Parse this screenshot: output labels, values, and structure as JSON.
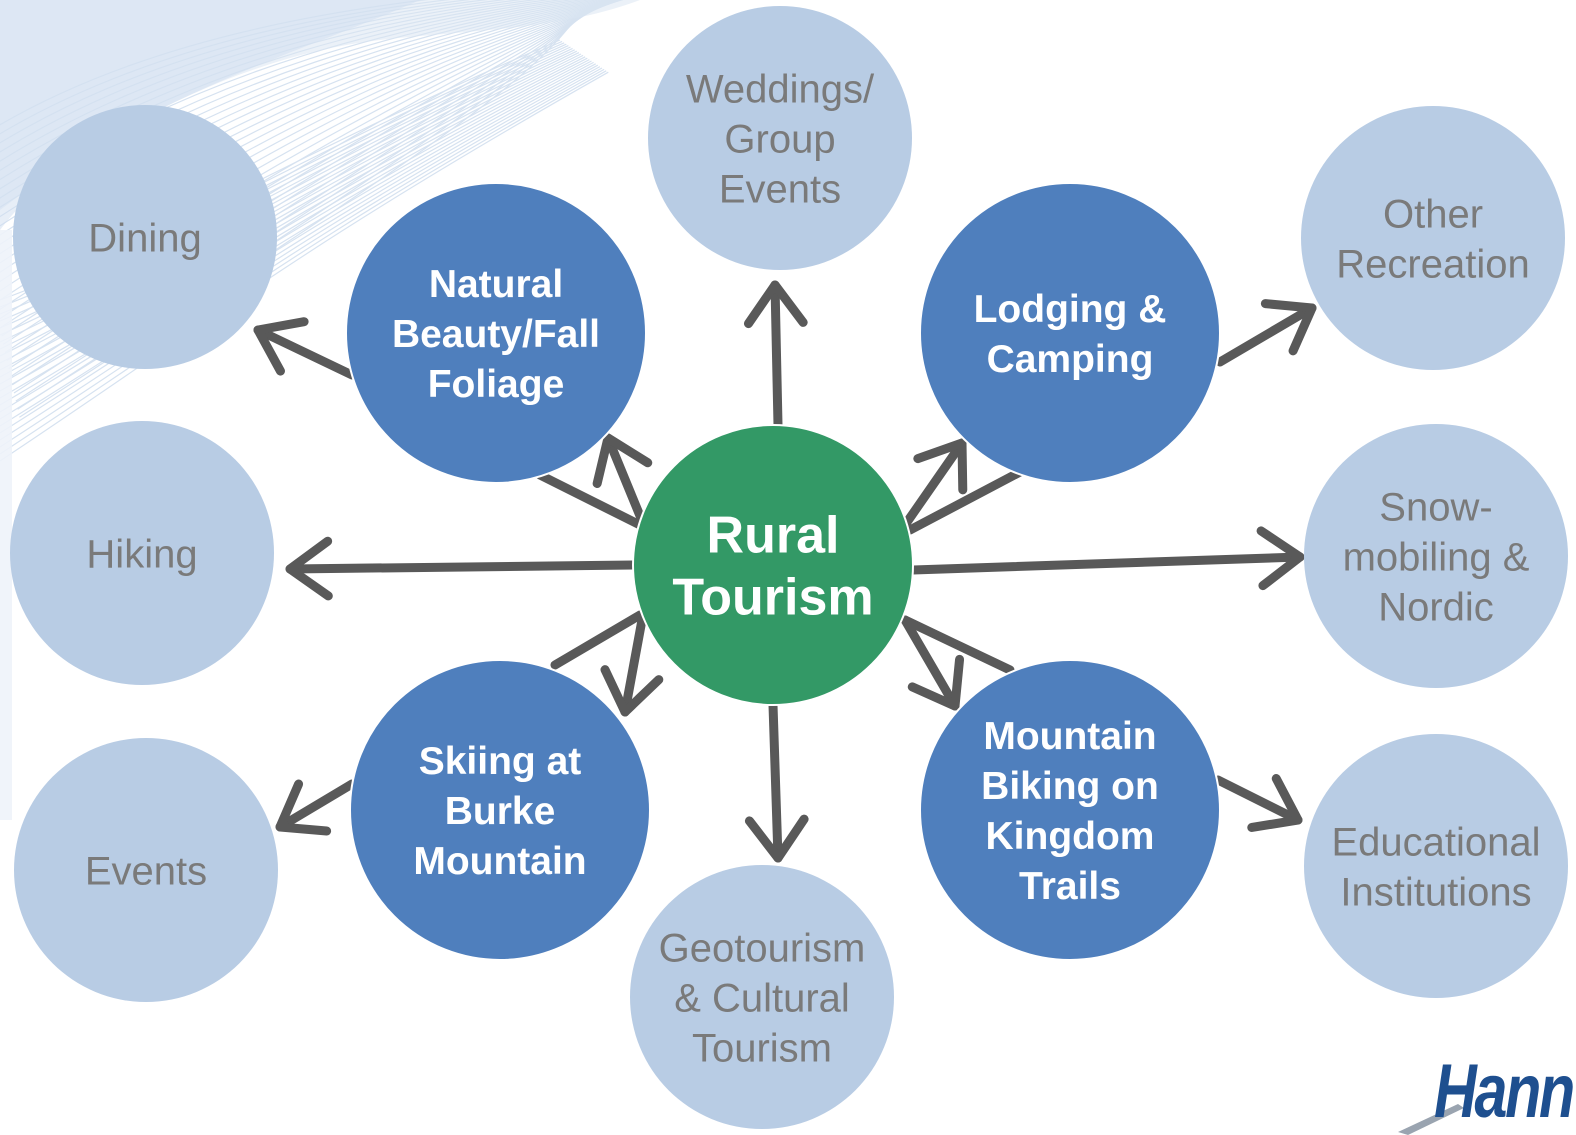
{
  "diagram": {
    "center": {
      "id": "rural-tourism",
      "lines": [
        "Rural",
        "Tourism"
      ],
      "color": "#339966"
    },
    "tier1_color": "#4f7fbd",
    "tier2_color": "#b8cce4",
    "arrow_color": "#595959",
    "nodes": [
      {
        "id": "natural-beauty",
        "tier": 1,
        "lines": [
          "Natural",
          "Beauty/Fall",
          "Foliage"
        ]
      },
      {
        "id": "lodging-camping",
        "tier": 1,
        "lines": [
          "Lodging &",
          "Camping"
        ]
      },
      {
        "id": "skiing-burke",
        "tier": 1,
        "lines": [
          "Skiing at",
          "Burke",
          "Mountain"
        ]
      },
      {
        "id": "mountain-biking",
        "tier": 1,
        "lines": [
          "Mountain",
          "Biking on",
          "Kingdom",
          "Trails"
        ]
      },
      {
        "id": "weddings",
        "tier": 2,
        "lines": [
          "Weddings/",
          "Group",
          "Events"
        ]
      },
      {
        "id": "dining",
        "tier": 2,
        "lines": [
          "Dining"
        ]
      },
      {
        "id": "other-recreation",
        "tier": 2,
        "lines": [
          "Other",
          "Recreation"
        ]
      },
      {
        "id": "hiking",
        "tier": 2,
        "lines": [
          "Hiking"
        ]
      },
      {
        "id": "snowmobiling",
        "tier": 2,
        "lines": [
          "Snow-",
          "mobiling &",
          "Nordic"
        ]
      },
      {
        "id": "events",
        "tier": 2,
        "lines": [
          "Events"
        ]
      },
      {
        "id": "geotourism",
        "tier": 2,
        "lines": [
          "Geotourism",
          "& Cultural",
          "Tourism"
        ]
      },
      {
        "id": "educational",
        "tier": 2,
        "lines": [
          "Educational",
          "Institutions"
        ]
      }
    ],
    "edges": [
      {
        "from": "rural-tourism",
        "to": "natural-beauty"
      },
      {
        "from": "rural-tourism",
        "to": "lodging-camping"
      },
      {
        "from": "rural-tourism",
        "to": "skiing-burke"
      },
      {
        "from": "rural-tourism",
        "to": "mountain-biking"
      },
      {
        "from": "rural-tourism",
        "to": "weddings"
      },
      {
        "from": "rural-tourism",
        "to": "geotourism"
      },
      {
        "from": "rural-tourism",
        "to": "hiking"
      },
      {
        "from": "rural-tourism",
        "to": "snowmobiling"
      },
      {
        "from": "natural-beauty",
        "to": "dining"
      },
      {
        "from": "lodging-camping",
        "to": "other-recreation"
      },
      {
        "from": "skiing-burke",
        "to": "events"
      },
      {
        "from": "mountain-biking",
        "to": "educational"
      }
    ]
  },
  "logo": {
    "text": "Hann",
    "color": "#1e4f8f"
  }
}
